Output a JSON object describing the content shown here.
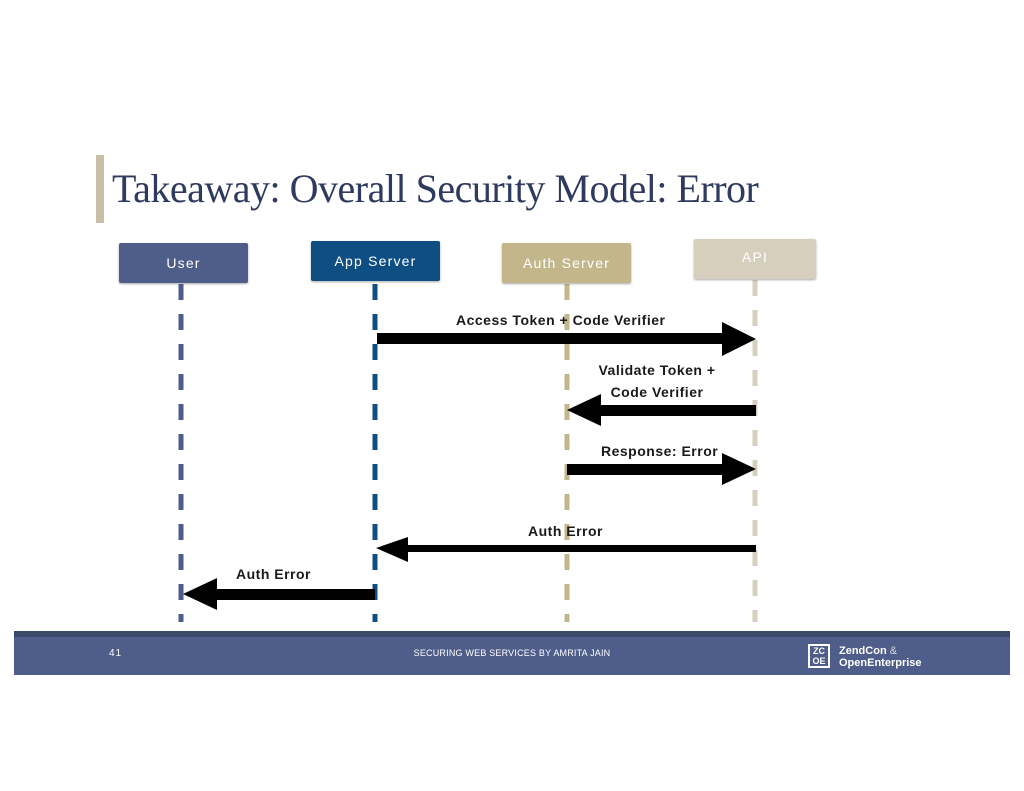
{
  "slide": {
    "title": "Takeaway: Overall Security Model: Error"
  },
  "actors": [
    {
      "name": "User",
      "color": "#4e5d8a"
    },
    {
      "name": "App Server",
      "color": "#0f4e82"
    },
    {
      "name": "Auth Server",
      "color": "#c2b68a"
    },
    {
      "name": "API",
      "color": "#d6cfbe"
    }
  ],
  "messages": [
    {
      "from": "App Server",
      "to": "API",
      "label": "Access Token + Code Verifier"
    },
    {
      "from": "API",
      "to": "Auth Server",
      "label_line1": "Validate Token +",
      "label_line2": "Code Verifier"
    },
    {
      "from": "Auth Server",
      "to": "API",
      "label": "Response: Error"
    },
    {
      "from": "API",
      "to": "App Server",
      "label": "Auth Error"
    },
    {
      "from": "App Server",
      "to": "User",
      "label": "Auth Error"
    }
  ],
  "footer": {
    "page_number": "41",
    "text": "SECURING WEB SERVICES BY AMRITA JAIN",
    "logo_line1": "ZendCon",
    "logo_amp": "&",
    "logo_line2": "OpenEnterprise",
    "logo_mark_top": "ZC",
    "logo_mark_bottom": "OE"
  }
}
